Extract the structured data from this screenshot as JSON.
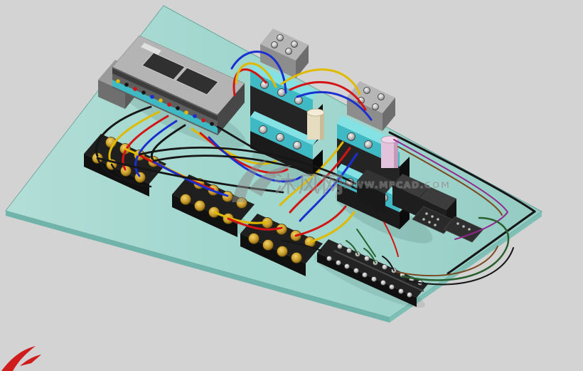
{
  "watermark": {
    "brand": "沐风网",
    "url": "WWW.MFCAD.COM"
  },
  "colors": {
    "background": "#d3d3d3",
    "plate_teal": "#9fd6cd",
    "plate_stroke": "#63a49a",
    "plate_side_left": "#6fb3aa",
    "plate_side_right": "#7fbfb5",
    "component_black": "#1f1f1f",
    "component_gray": "#9c9c9c",
    "terminal_cyan": "#3fb9c4",
    "terminal_cyan_light": "#84e2e4",
    "screw_gold": "#c89b2a",
    "wire_red": "#d41414",
    "wire_yellow": "#e0ba00",
    "wire_blue": "#1a2fd0",
    "wire_black": "#161616",
    "wire_green": "#2a6030",
    "wire_purple": "#93278f",
    "wire_brown": "#7a4a20",
    "watermark_gray": "#8a8a8a",
    "logo_red": "#cf1d1d"
  },
  "components": [
    "mounting-plate",
    "plc-module",
    "contactor-1",
    "contactor-2",
    "pilot-relay-cream",
    "pilot-relay-pink",
    "relay-group",
    "terminal-block-row-1",
    "terminal-block-row-2",
    "terminal-block-row-3",
    "bottom-terminal-strip",
    "wiring-harness"
  ]
}
